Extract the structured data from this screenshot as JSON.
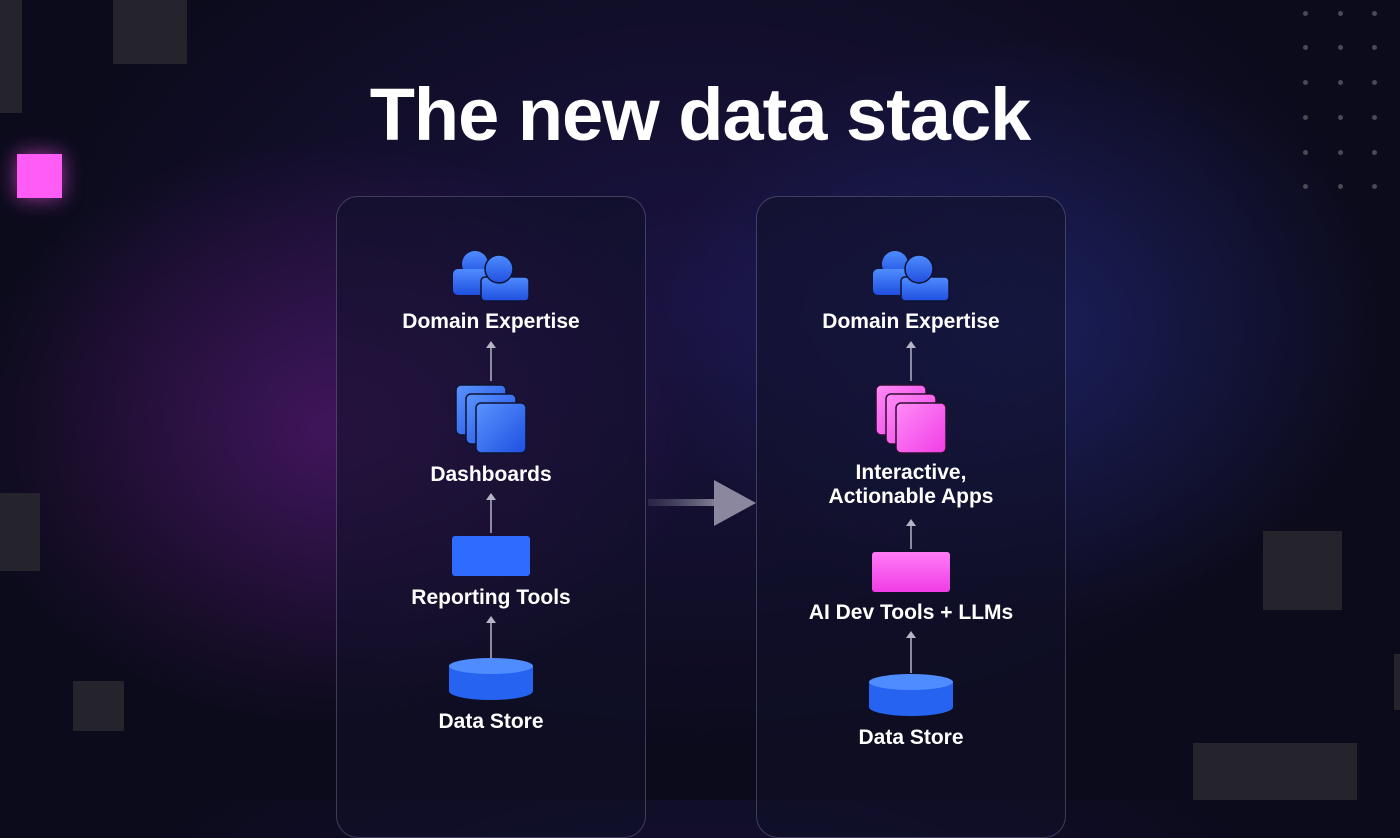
{
  "title": "The new data stack",
  "colors": {
    "blue": "#2f6bff",
    "pink": "#ff5cf5",
    "background": "#0c0b1c"
  },
  "left_stack": {
    "layers": [
      {
        "label": "Domain Expertise",
        "icon": "people-icon"
      },
      {
        "label": "Dashboards",
        "icon": "stacked-pages-icon"
      },
      {
        "label": "Reporting Tools",
        "icon": "rectangle-icon"
      },
      {
        "label": "Data Store",
        "icon": "database-icon"
      }
    ]
  },
  "right_stack": {
    "layers": [
      {
        "label": "Domain Expertise",
        "icon": "people-icon"
      },
      {
        "label_line1": "Interactive,",
        "label_line2": "Actionable Apps",
        "icon": "stacked-pages-icon"
      },
      {
        "label": "AI Dev Tools + LLMs",
        "icon": "rectangle-icon"
      },
      {
        "label": "Data Store",
        "icon": "database-icon"
      }
    ]
  }
}
